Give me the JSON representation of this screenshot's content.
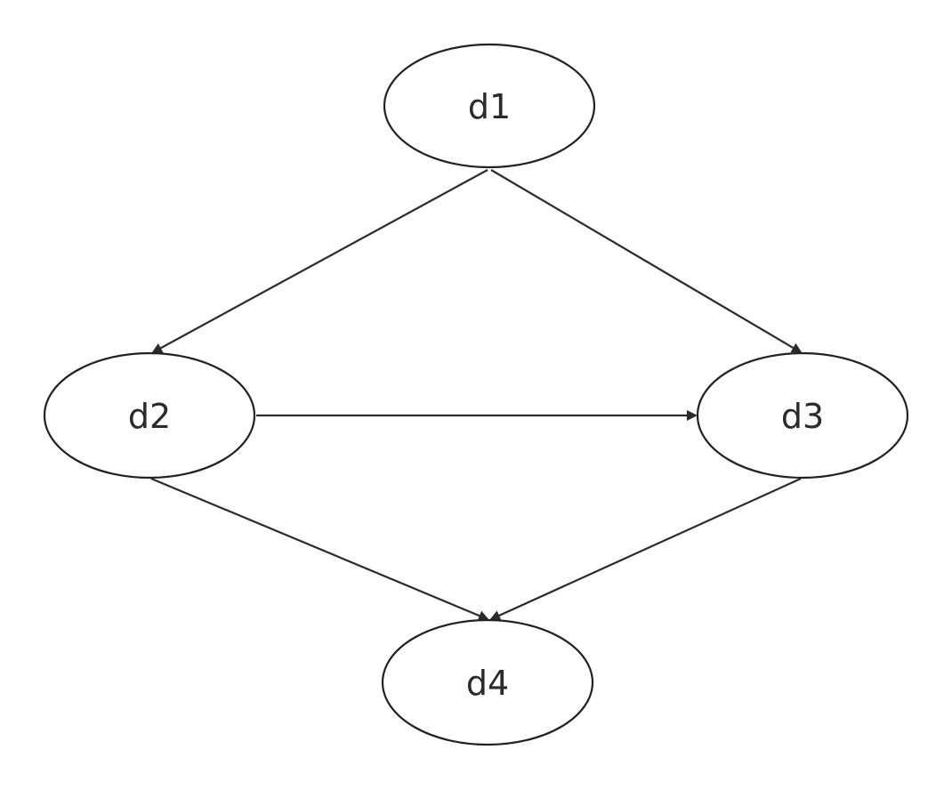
{
  "diagram": {
    "nodes": [
      {
        "id": "d1",
        "label": "d1"
      },
      {
        "id": "d2",
        "label": "d2"
      },
      {
        "id": "d3",
        "label": "d3"
      },
      {
        "id": "d4",
        "label": "d4"
      }
    ],
    "edges": [
      {
        "from": "d1",
        "to": "d2"
      },
      {
        "from": "d1",
        "to": "d3"
      },
      {
        "from": "d2",
        "to": "d3"
      },
      {
        "from": "d2",
        "to": "d4"
      },
      {
        "from": "d3",
        "to": "d4"
      }
    ],
    "colors": {
      "stroke": "#222222",
      "text": "#2b2b2b",
      "background": "#ffffff"
    }
  }
}
